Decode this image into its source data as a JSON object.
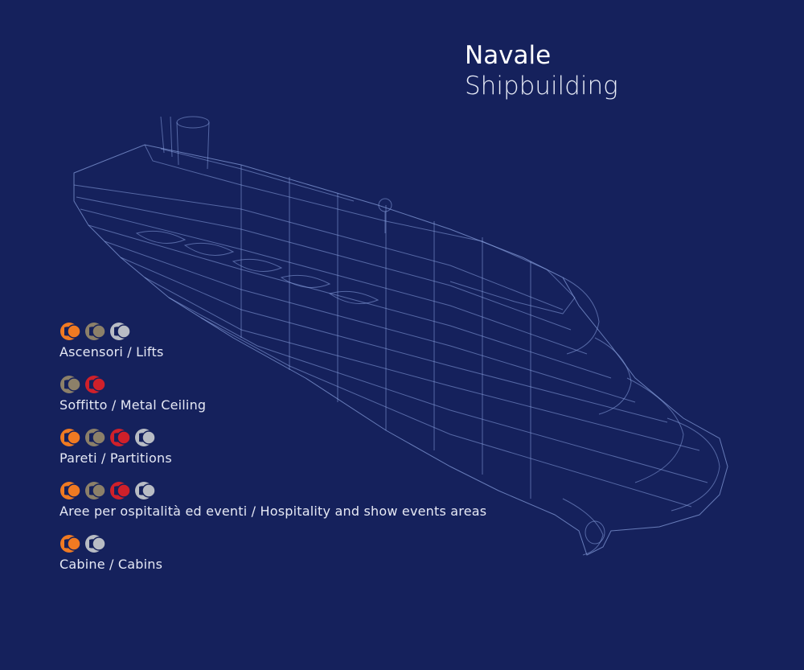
{
  "title": {
    "italian": "Navale",
    "english": "Shipbuilding"
  },
  "colors": {
    "background": "#15215c",
    "orange": "#f07a22",
    "bronze": "#8c8069",
    "red": "#d0202a",
    "silver": "#b8bcc4",
    "wireframe": "#7f97d6"
  },
  "legend": [
    {
      "label": "Ascensori / Lifts",
      "icons": [
        "orange",
        "bronze",
        "silver"
      ]
    },
    {
      "label": "Soffitto / Metal Ceiling",
      "icons": [
        "bronze",
        "red"
      ]
    },
    {
      "label": "Pareti / Partitions",
      "icons": [
        "orange",
        "bronze",
        "red",
        "silver"
      ]
    },
    {
      "label": "Aree per ospitalità ed eventi / Hospitality and show events areas",
      "icons": [
        "orange",
        "bronze",
        "red",
        "silver"
      ]
    },
    {
      "label": "Cabine / Cabins",
      "icons": [
        "orange",
        "silver"
      ]
    }
  ]
}
